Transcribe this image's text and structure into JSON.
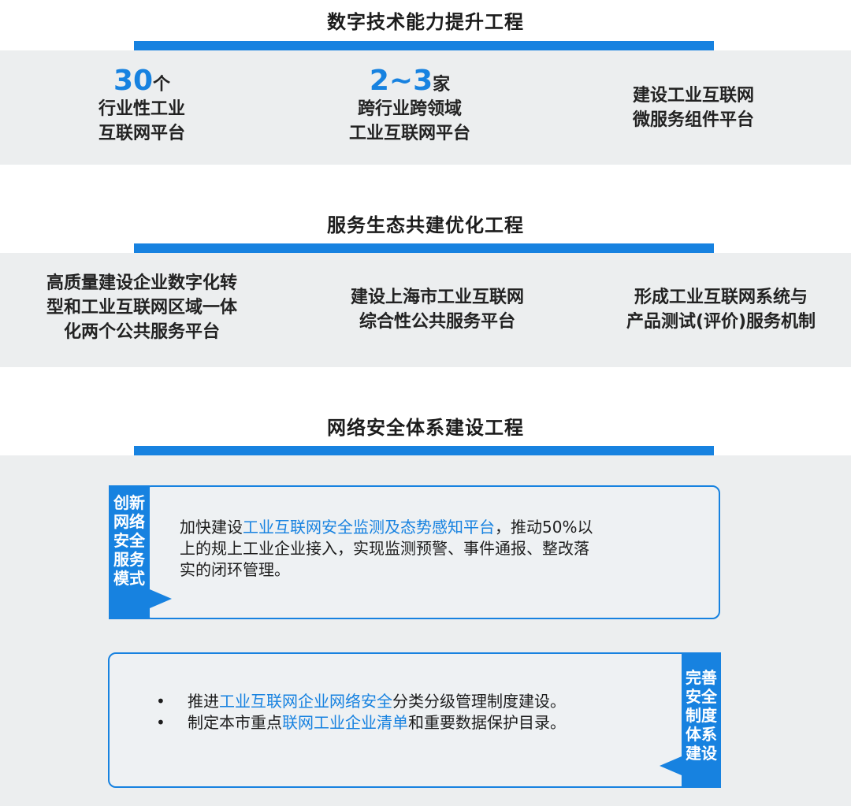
{
  "sections": [
    {
      "title": "数字技术能力提升工程",
      "items": [
        {
          "number": "30",
          "unit": "个",
          "lines": [
            "行业性工业",
            "互联网平台"
          ]
        },
        {
          "number": "2~3",
          "unit": "家",
          "lines": [
            "跨行业跨领域",
            "工业互联网平台"
          ]
        },
        {
          "lines": [
            "建设工业互联网",
            "微服务组件平台"
          ]
        }
      ]
    },
    {
      "title": "服务生态共建优化工程",
      "items": [
        {
          "lines": [
            "高质量建设企业数字化转",
            "型和工业互联网区域一体",
            "化两个公共服务平台"
          ]
        },
        {
          "lines": [
            "建设上海市工业互联网",
            "综合性公共服务平台"
          ]
        },
        {
          "lines": [
            "形成工业互联网系统与",
            "产品测试(评价)服务机制"
          ]
        }
      ]
    },
    {
      "title": "网络安全体系建设工程",
      "box1": {
        "tab_lines": [
          "创新",
          "网络",
          "安全",
          "服务",
          "模式"
        ],
        "text_parts": [
          "加快建设",
          "工业互联网安全监测及态势感知平台",
          "，推动50%以",
          "上的规上工业企业接入，实现监测预警、事件通报、整改落",
          "实的闭环管理。"
        ]
      },
      "box2": {
        "tab_lines": [
          "完善",
          "安全",
          "制度",
          "体系",
          "建设"
        ],
        "bullet1": [
          "推进",
          "工业互联网企业网络安全",
          "分类分级管理制度建设。"
        ],
        "bullet2": [
          "制定本市重点",
          "联网工业企业清单",
          "和重要数据保护目录。"
        ]
      }
    }
  ],
  "colors": {
    "accent": "#1782e0",
    "band": "#eceeef"
  }
}
